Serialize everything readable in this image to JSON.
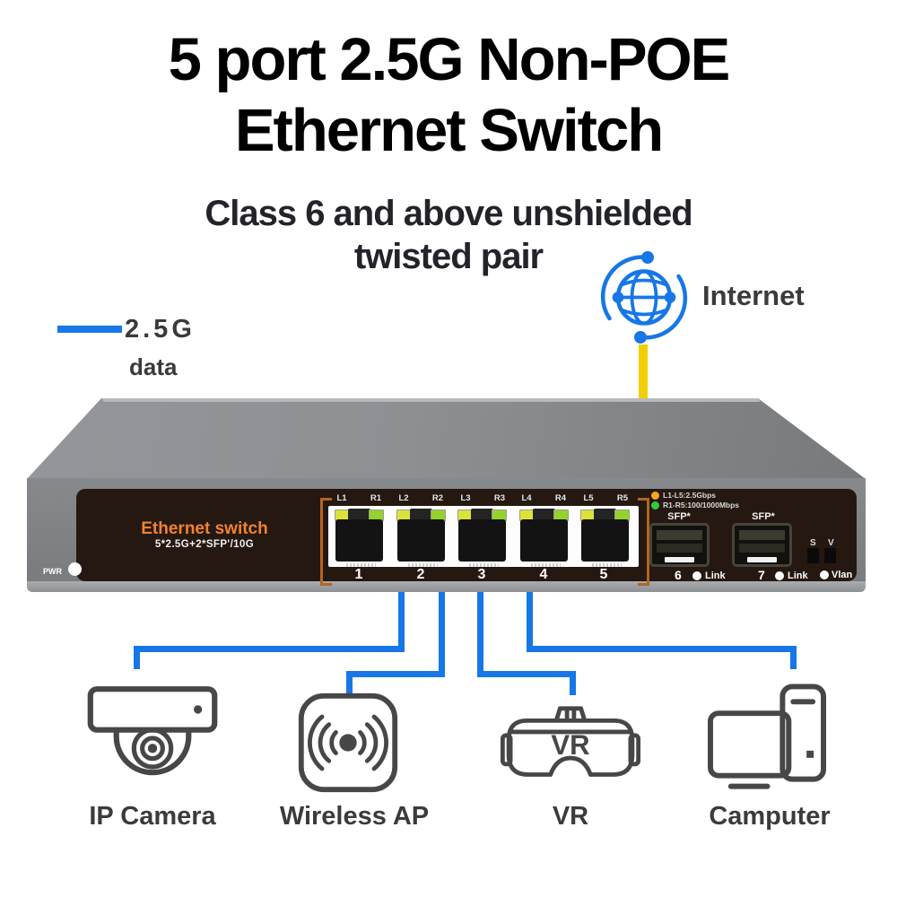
{
  "theme": {
    "blue": "#1777e7",
    "yellow": "#f2cf05",
    "orange_text": "#f08231",
    "bracket_orange": "#b5641f",
    "panel_brown": "#251811",
    "icon_gray": "#474747",
    "text_gray": "#3b3b3b",
    "led_orange": "#f5a623",
    "led_green": "#2ecc40",
    "led_port_yellow": "#dde23a",
    "led_port_green": "#93d32b"
  },
  "title": {
    "line1": "5 port 2.5G Non-POE",
    "line2": "Ethernet Switch"
  },
  "subtitle": {
    "line1": "Class 6 and above unshielded",
    "line2": "twisted pair"
  },
  "internet": {
    "label": "Internet"
  },
  "uplink_legend": {
    "speed": "2.5G",
    "medium": "data"
  },
  "switch": {
    "brand": "Ethernet switch",
    "model": "5*2.5G+2*SFP'/10G",
    "power_label": "PWR",
    "port_led_labels": [
      "L1",
      "R1",
      "L2",
      "R2",
      "L3",
      "R3",
      "L4",
      "R4",
      "L5",
      "R5"
    ],
    "port_numbers": [
      "1",
      "2",
      "3",
      "4",
      "5"
    ],
    "led_legend": [
      {
        "label": "L1-L5:2.5Gbps"
      },
      {
        "label": "R1-R5:100/1000Mbps"
      }
    ],
    "sfp_ports": [
      {
        "label": "SFP*",
        "number": "6",
        "link_label": "Link"
      },
      {
        "label": "SFP*",
        "number": "7",
        "link_label": "Link"
      }
    ],
    "dip_switch_labels": {
      "left": "S",
      "right": "V"
    },
    "vlan_label": "Vlan"
  },
  "devices": [
    {
      "label": "IP Camera"
    },
    {
      "label": "Wireless AP"
    },
    {
      "label": "VR",
      "icon_text": "VR"
    },
    {
      "label": "Camputer"
    }
  ]
}
